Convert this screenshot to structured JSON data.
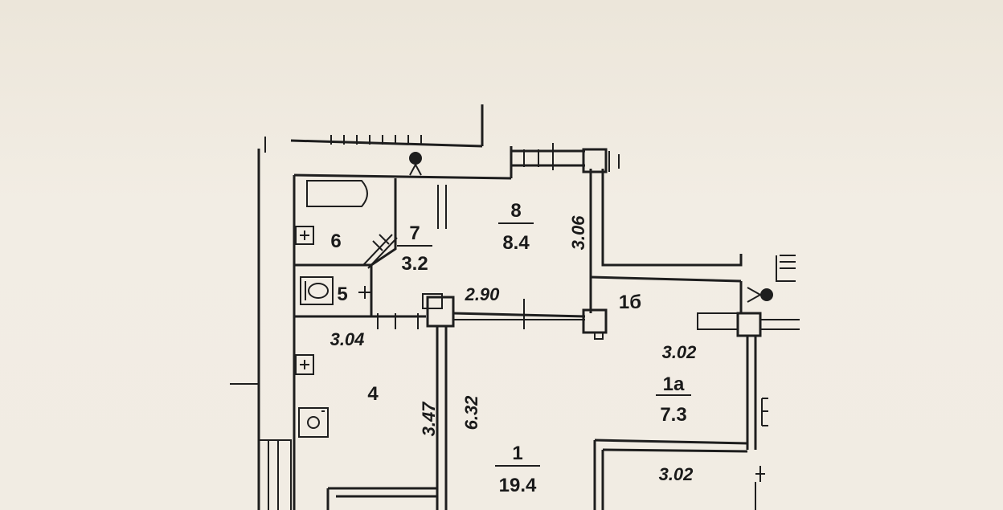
{
  "rooms": [
    {
      "id": "1",
      "number": "1",
      "area": "19.4"
    },
    {
      "id": "1a",
      "number": "1а",
      "area": "7.3"
    },
    {
      "id": "1b",
      "number": "1б",
      "area": ""
    },
    {
      "id": "4",
      "number": "4",
      "area": ""
    },
    {
      "id": "5",
      "number": "5",
      "area": ""
    },
    {
      "id": "6",
      "number": "6",
      "area": ""
    },
    {
      "id": "7",
      "number": "7",
      "area": "3.2"
    },
    {
      "id": "8",
      "number": "8",
      "area": "8.4"
    }
  ],
  "dimensions": {
    "d_306": "3.06",
    "d_290": "2.90",
    "d_304": "3.04",
    "d_347": "3.47",
    "d_632": "6.32",
    "d_302_upper": "3.02",
    "d_302_lower": "3.02"
  },
  "colors": {
    "ink": "#1e1e1e",
    "paper": "#f1ece3"
  }
}
